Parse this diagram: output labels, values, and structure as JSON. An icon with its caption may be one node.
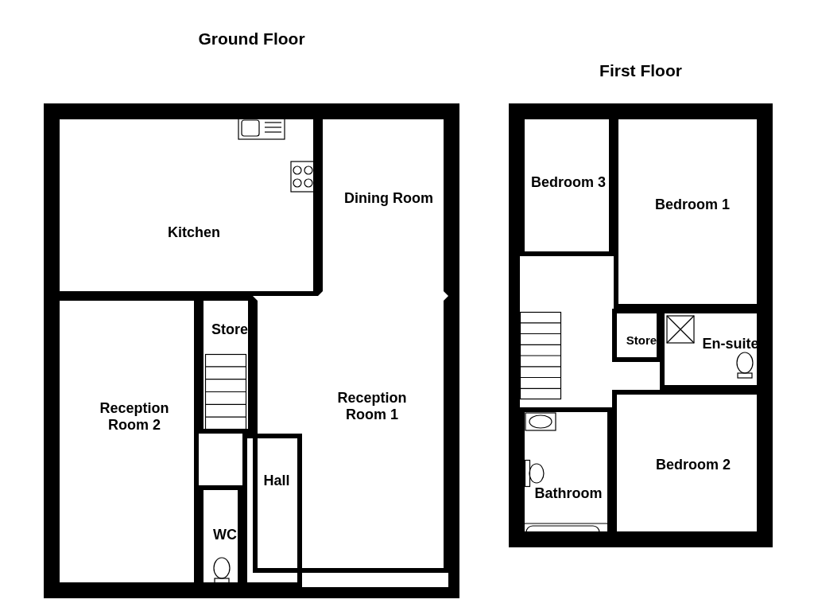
{
  "diagram": {
    "nodes": [
      {
        "text": [
          "Ground Floor"
        ]
      },
      {
        "text": [
          "Kitchen"
        ],
        "in": 0
      },
      {
        "text": [
          "Dining Room"
        ],
        "in": 0
      },
      {
        "text": [
          "Store"
        ],
        "in": 0
      },
      {
        "text": [
          "Reception Room 2"
        ],
        "in": 0
      },
      {
        "text": [
          "Reception Room 1"
        ],
        "in": 0
      },
      {
        "text": [
          "Hall"
        ],
        "in": 0
      },
      {
        "text": [
          "WC"
        ],
        "in": 0
      },
      {
        "text": [
          "First Floor"
        ]
      },
      {
        "text": [
          "Bedroom 3"
        ],
        "in": 8
      },
      {
        "text": [
          "Bedroom 1"
        ],
        "in": 8
      },
      {
        "text": [
          "Store"
        ],
        "in": 8
      },
      {
        "text": [
          "En-suite"
        ],
        "in": 8
      },
      {
        "text": [
          "Bathroom"
        ],
        "in": 8
      },
      {
        "text": [
          "Bedroom 2"
        ],
        "in": 8
      }
    ]
  }
}
